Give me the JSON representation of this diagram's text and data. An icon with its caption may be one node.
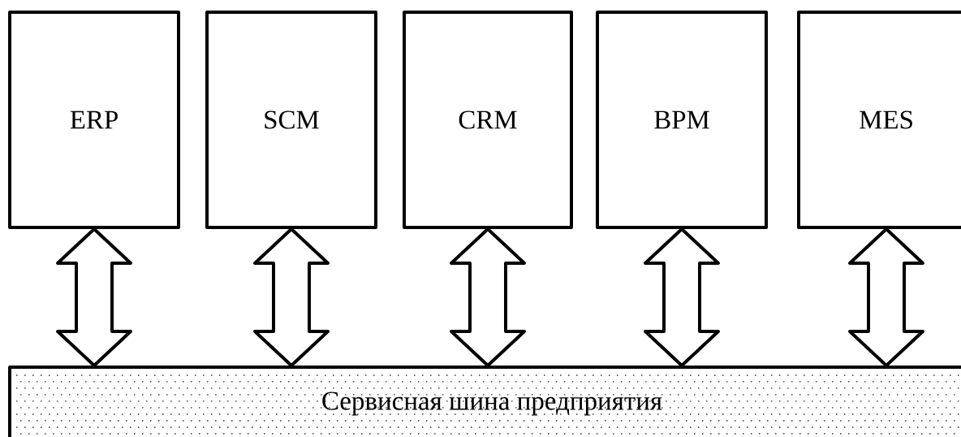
{
  "diagram": {
    "nodes": [
      {
        "text": [
          "ERP"
        ]
      },
      {
        "text": [
          "SCM"
        ]
      },
      {
        "text": [
          "CRM"
        ]
      },
      {
        "text": [
          "BPM"
        ]
      },
      {
        "text": [
          "MES"
        ]
      },
      {
        "text": [
          "Сервисная шина предприятия"
        ]
      }
    ],
    "edges": [
      {
        "from": 0,
        "to": 5,
        "arrow": "both"
      },
      {
        "from": 1,
        "to": 5,
        "arrow": "both"
      },
      {
        "from": 2,
        "to": 5,
        "arrow": "both"
      },
      {
        "from": 3,
        "to": 5,
        "arrow": "both"
      },
      {
        "from": 4,
        "to": 5,
        "arrow": "both"
      }
    ]
  }
}
